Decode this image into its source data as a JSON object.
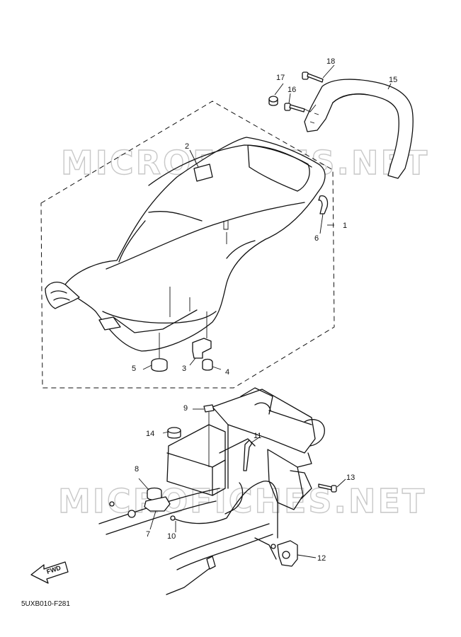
{
  "watermark": "MICROFICHES.NET",
  "diagram_code": "5UXB010-F281",
  "direction_label": "FWD",
  "callouts": [
    {
      "num": "1",
      "part": "seat-assembly"
    },
    {
      "num": "2",
      "part": "seat-label"
    },
    {
      "num": "3",
      "part": "seat-bracket"
    },
    {
      "num": "4",
      "part": "seat-damper"
    },
    {
      "num": "5",
      "part": "seat-cushion-pad"
    },
    {
      "num": "6",
      "part": "seat-hook"
    },
    {
      "num": "7",
      "part": "seat-lock-bracket"
    },
    {
      "num": "8",
      "part": "lock-damper"
    },
    {
      "num": "9",
      "part": "damper-nut"
    },
    {
      "num": "10",
      "part": "seat-lock-cable"
    },
    {
      "num": "11",
      "part": "cable-band"
    },
    {
      "num": "12",
      "part": "seat-lock"
    },
    {
      "num": "13",
      "part": "bolt"
    },
    {
      "num": "14",
      "part": "rubber-damper"
    },
    {
      "num": "15",
      "part": "grab-bar"
    },
    {
      "num": "16",
      "part": "bolt"
    },
    {
      "num": "17",
      "part": "collar"
    },
    {
      "num": "18",
      "part": "bolt"
    }
  ]
}
